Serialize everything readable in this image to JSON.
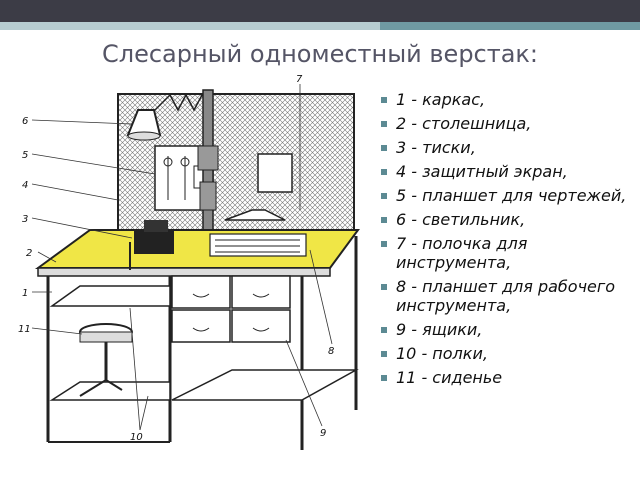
{
  "slide": {
    "title": "Слесарный одноместный верстак:",
    "colors": {
      "top_bar": "#3c3c46",
      "stripe": "#b7cdd1",
      "accent": "#6f9aa2",
      "bullet": "#5c8a93",
      "tabletop": "#f0e646"
    }
  },
  "diagram": {
    "callouts": [
      "1",
      "2",
      "3",
      "4",
      "5",
      "6",
      "7",
      "8",
      "9",
      "10",
      "11"
    ]
  },
  "legend": {
    "items": [
      "1 - каркас,",
      "2 - столешница,",
      "3 - тиски,",
      "4 - защитный экран,",
      "5 - планшет для чертежей,",
      "6 - светильник,",
      "7 - полочка для инструмента,",
      "8 - планшет для рабочего инструмента,",
      "9 - ящики,",
      "10 - полки,",
      "11 - сиденье"
    ]
  }
}
